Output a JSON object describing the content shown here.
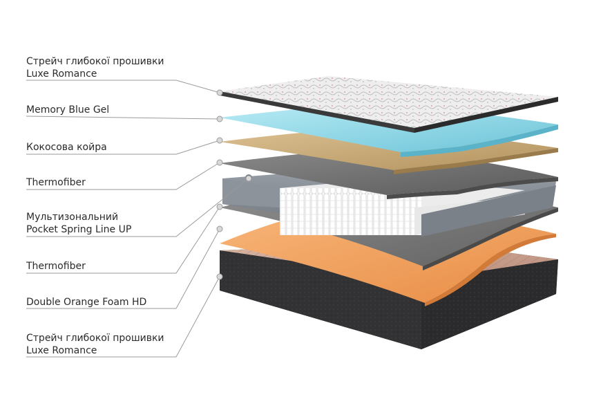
{
  "layers": [
    {
      "line1": "Стрейч глибокої прошивки",
      "line2": "Luxe Romance"
    },
    {
      "line1": "Memory Blue Gel"
    },
    {
      "line1": "Кокосова койра"
    },
    {
      "line1": "Thermofiber"
    },
    {
      "line1": "Мультизональний",
      "line2": "Pocket Spring Line UP"
    },
    {
      "line1": "Thermofiber"
    },
    {
      "line1": "Double Orange Foam HD"
    },
    {
      "line1": "Стрейч глибокої прошивки",
      "line2": "Luxe Romance"
    }
  ],
  "colors": {
    "label_text": "#2a2a2a",
    "leader_line": "#9a9a9a",
    "gel": "#8fd6e6",
    "coir": "#c8a977",
    "thermofiber": "#707070",
    "orange_foam": "#f4a060",
    "base_cover": "#3a3a3c"
  }
}
